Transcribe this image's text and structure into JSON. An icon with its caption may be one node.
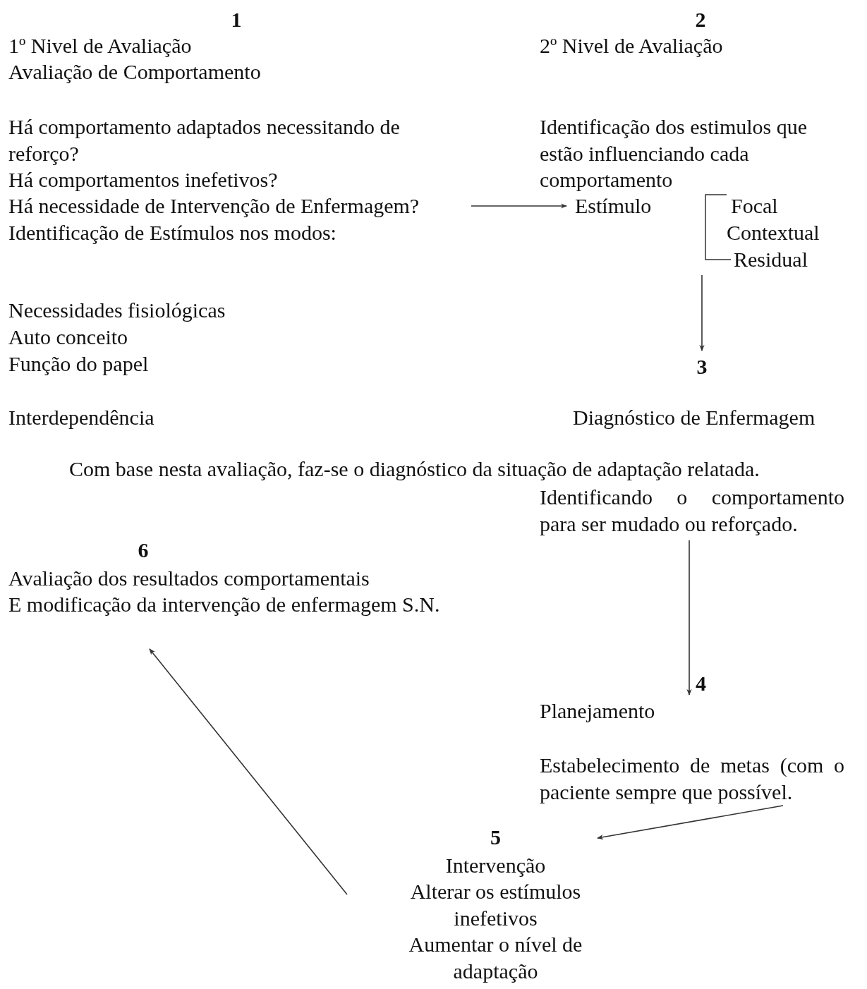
{
  "diagram": {
    "nodes": [
      {
        "text": [
          "1",
          "1º Nivel de Avaliação",
          "Avaliação de Comportamento",
          "Há comportamento adaptados necessitando de reforço?",
          "Há comportamentos inefetivos?",
          "Há necessidade de Intervenção de Enfermagem?",
          "Identificação de Estímulos nos modos:",
          "Necessidades fisiológicas",
          "Auto conceito",
          "Função do papel",
          "Interdependência"
        ]
      },
      {
        "text": [
          "2",
          "2º Nivel de Avaliação",
          "Identificação dos estimulos que estão influenciando cada comportamento"
        ]
      },
      {
        "text": [
          "Estímulo",
          "Focal",
          "Contextual",
          "Residual"
        ]
      },
      {
        "text": [
          "3",
          "Diagnóstico de Enfermagem"
        ]
      },
      {
        "text": [
          "Identificando o comportamento para ser mudado ou reforçado."
        ]
      },
      {
        "text": [
          "Planejamento",
          "Estabelecimento de metas (com o paciente sempre que possível."
        ]
      },
      {
        "text": [
          "5",
          "Intervenção",
          "Alterar os estímulos inefetivos",
          "Aumentar o nível de adaptação"
        ]
      },
      {
        "text": [
          "6",
          "Avaliação dos resultados comportamentais",
          "E modificação da intervenção de enfermagem S.N."
        ]
      }
    ],
    "edges": [
      {
        "from": 0,
        "to": 2,
        "arrow": "to"
      },
      {
        "from": 2,
        "to": 3,
        "arrow": "to"
      },
      {
        "from": 4,
        "to": 5,
        "arrow": "to",
        "label": "4"
      },
      {
        "from": 5,
        "to": 6,
        "arrow": "to"
      },
      {
        "from": 6,
        "to": 7,
        "arrow": "to"
      }
    ],
    "labels": [
      "Com base nesta avaliação, faz-se o diagnóstico da situação de adaptação relatada."
    ]
  }
}
